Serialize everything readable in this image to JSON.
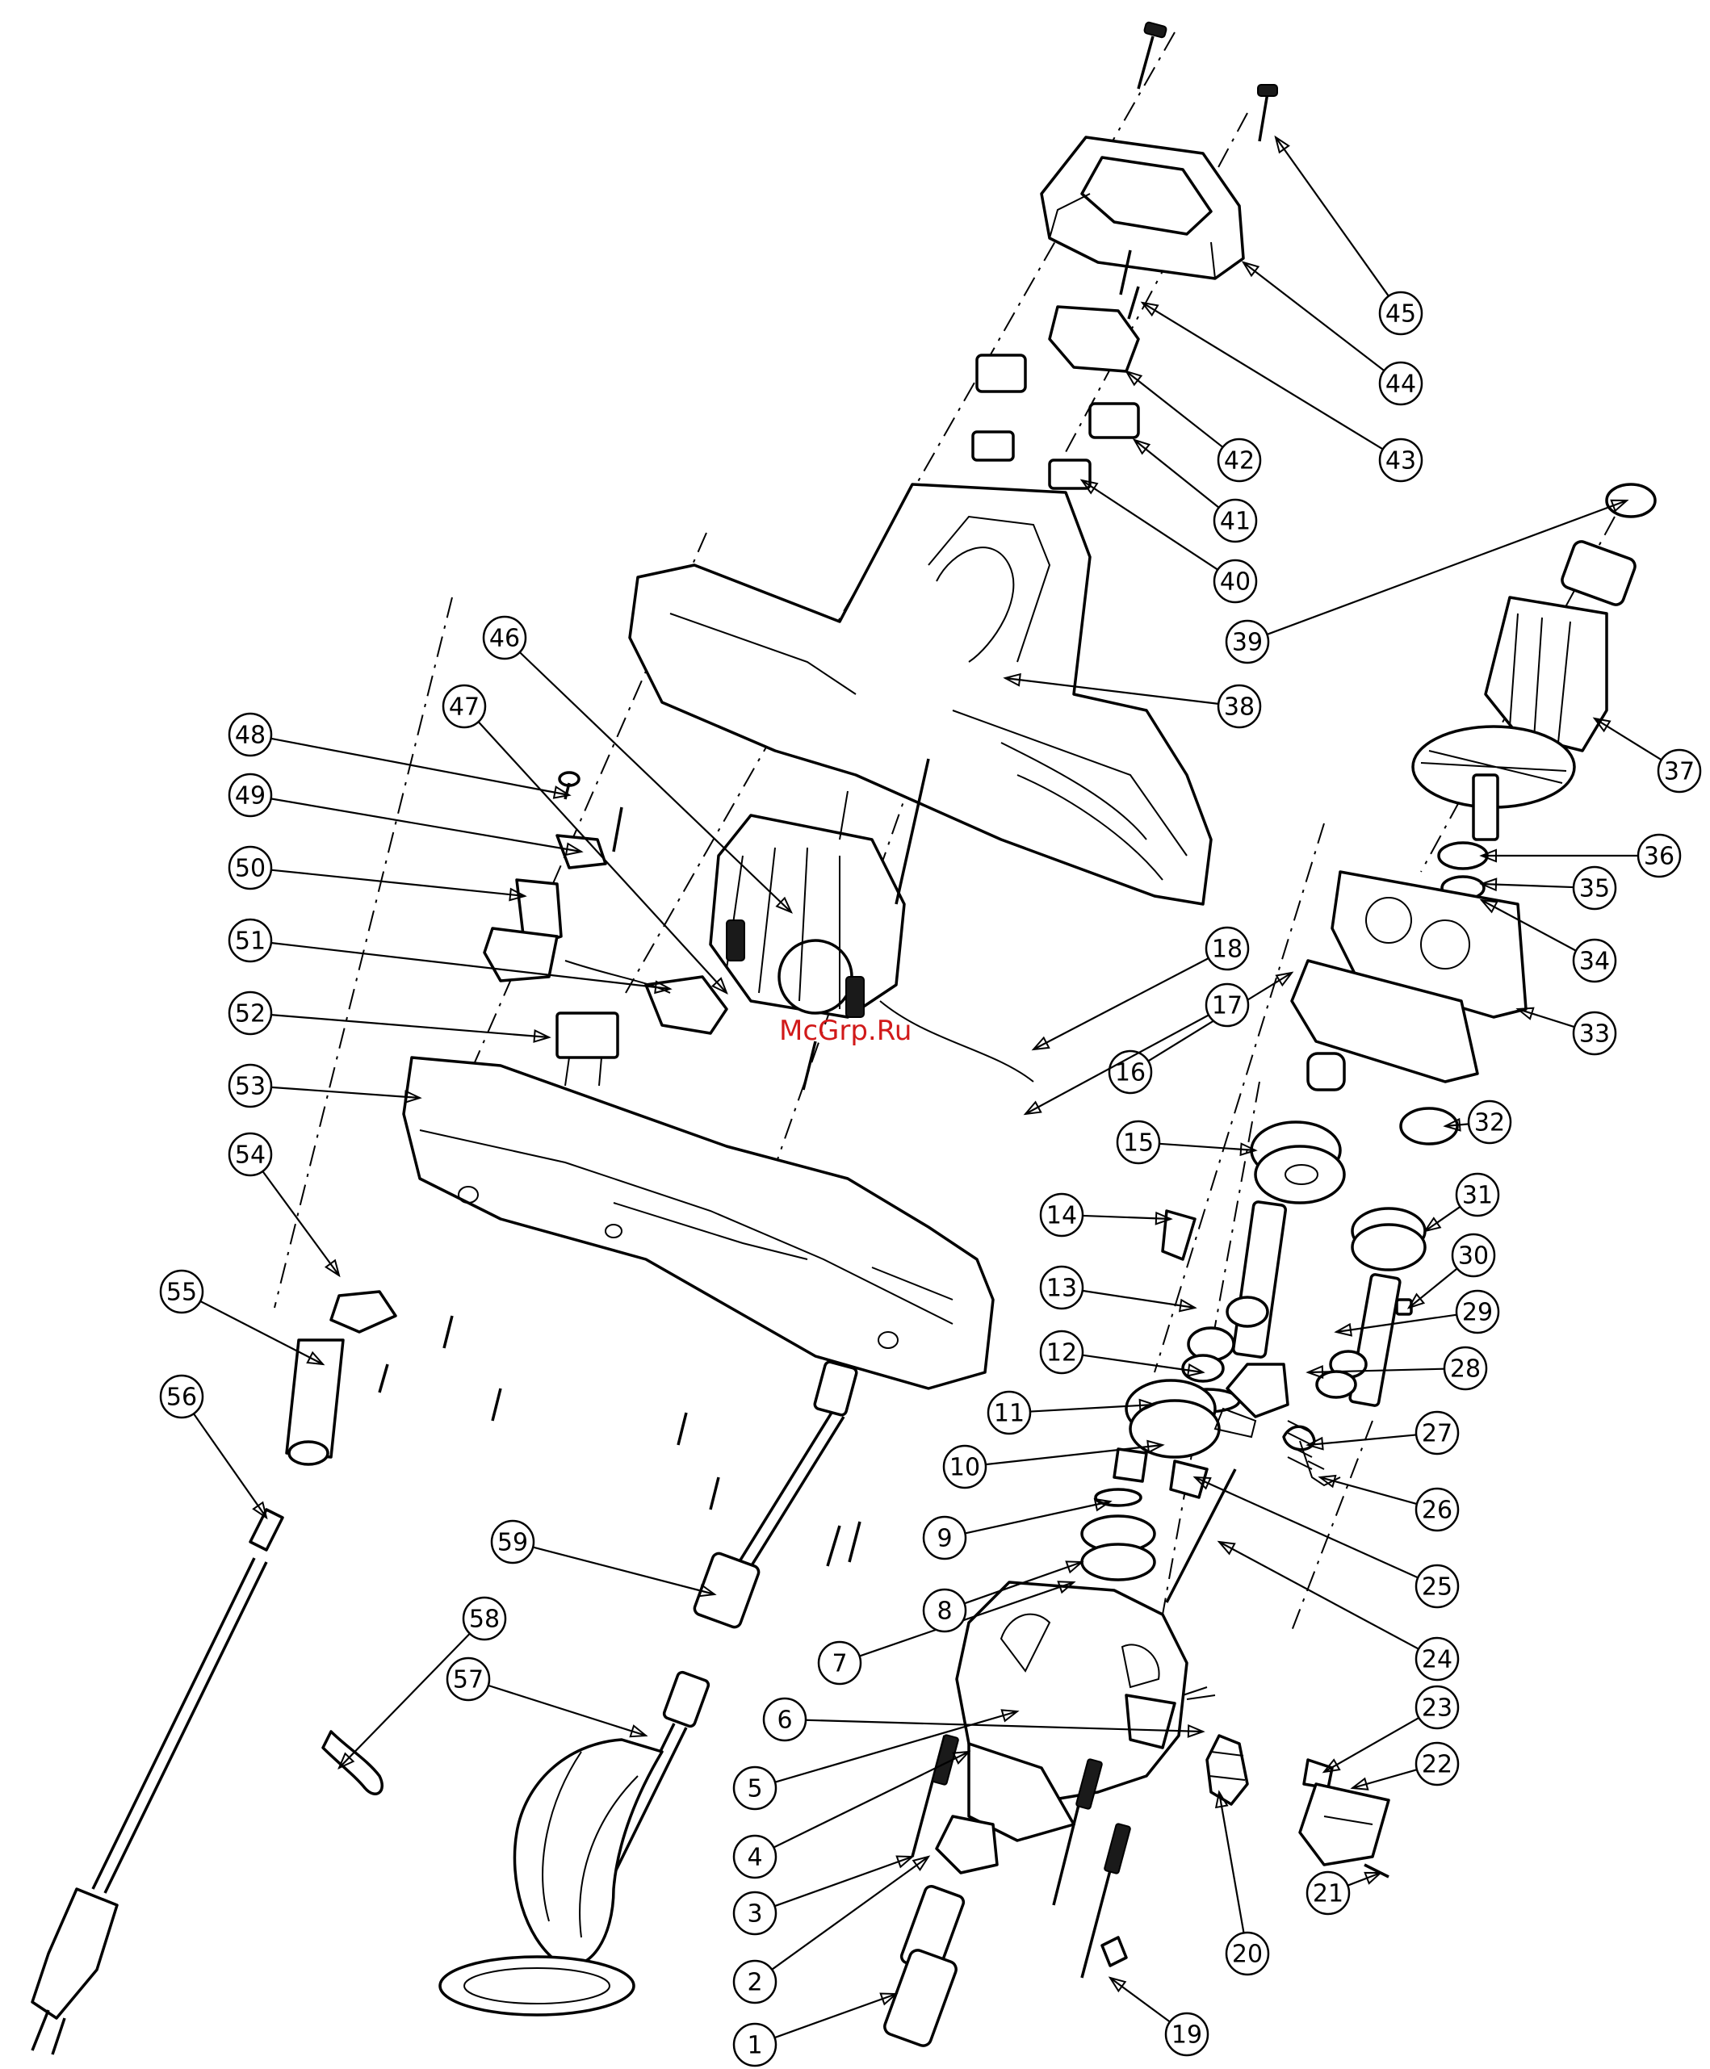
{
  "watermark": "McGrp.Ru",
  "callouts": [
    {
      "label": "1"
    },
    {
      "label": "2"
    },
    {
      "label": "3"
    },
    {
      "label": "4"
    },
    {
      "label": "5"
    },
    {
      "label": "6"
    },
    {
      "label": "7"
    },
    {
      "label": "8"
    },
    {
      "label": "9"
    },
    {
      "label": "10"
    },
    {
      "label": "11"
    },
    {
      "label": "12"
    },
    {
      "label": "13"
    },
    {
      "label": "14"
    },
    {
      "label": "15"
    },
    {
      "label": "16"
    },
    {
      "label": "17"
    },
    {
      "label": "18"
    },
    {
      "label": "19"
    },
    {
      "label": "20"
    },
    {
      "label": "21"
    },
    {
      "label": "22"
    },
    {
      "label": "23"
    },
    {
      "label": "24"
    },
    {
      "label": "25"
    },
    {
      "label": "26"
    },
    {
      "label": "27"
    },
    {
      "label": "28"
    },
    {
      "label": "29"
    },
    {
      "label": "30"
    },
    {
      "label": "31"
    },
    {
      "label": "32"
    },
    {
      "label": "33"
    },
    {
      "label": "34"
    },
    {
      "label": "35"
    },
    {
      "label": "36"
    },
    {
      "label": "37"
    },
    {
      "label": "38"
    },
    {
      "label": "39"
    },
    {
      "label": "40"
    },
    {
      "label": "41"
    },
    {
      "label": "42"
    },
    {
      "label": "43"
    },
    {
      "label": "44"
    },
    {
      "label": "45"
    },
    {
      "label": "46"
    },
    {
      "label": "47"
    },
    {
      "label": "48"
    },
    {
      "label": "49"
    },
    {
      "label": "50"
    },
    {
      "label": "51"
    },
    {
      "label": "52"
    },
    {
      "label": "53"
    },
    {
      "label": "54"
    },
    {
      "label": "55"
    },
    {
      "label": "56"
    },
    {
      "label": "57"
    },
    {
      "label": "58"
    },
    {
      "label": "59"
    }
  ]
}
